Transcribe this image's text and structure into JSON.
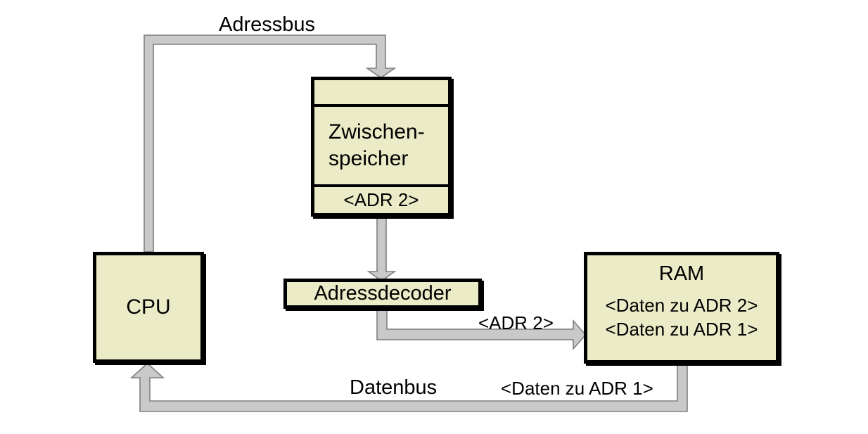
{
  "colors": {
    "page_bg": "#ffffff",
    "box_fill": "#ebebc7",
    "box_border": "#000000",
    "bus_fill": "#c9c9c9",
    "bus_outline": "#7f7f7f",
    "text_color": "#000000"
  },
  "nodes": {
    "cpu": {
      "label": "CPU"
    },
    "zwischenspeicher": {
      "label_line1": "Zwischen-",
      "label_line2": "speicher",
      "slot": "<ADR 2>"
    },
    "adressdecoder": {
      "label": "Adressdecoder"
    },
    "ram": {
      "label": "RAM",
      "row1": "<Daten zu ADR 2>",
      "row2": "<Daten zu ADR 1>"
    }
  },
  "buses": {
    "adressbus": {
      "label": "Adressbus"
    },
    "datenbus": {
      "label": "Datenbus",
      "annotation": "<Daten zu ADR 1>"
    },
    "decoder_to_ram": {
      "annotation": "<ADR 2>"
    }
  }
}
